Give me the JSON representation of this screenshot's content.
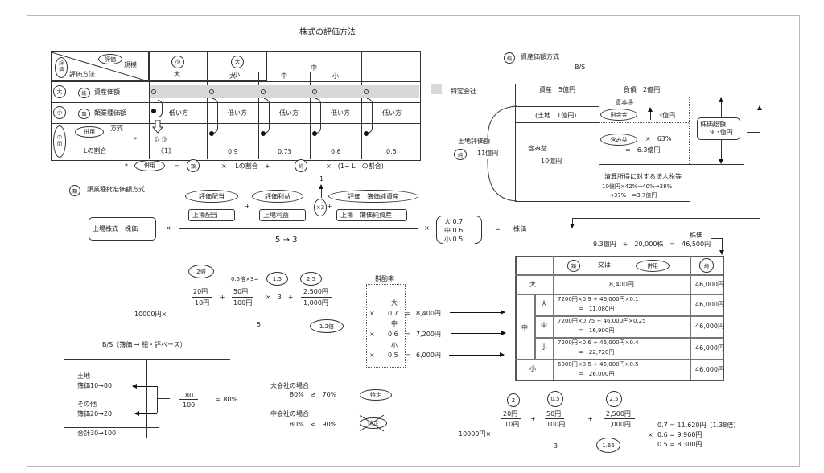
{
  "title": "株式の評価方法",
  "tags": {
    "net": "純",
    "sim": "類",
    "combo": "併用",
    "eval": "評価",
    "eval_v": "評\n価",
    "small": "小",
    "large": "大",
    "mid_v": "中\n間"
  },
  "main_table": {
    "header_scale": "規模",
    "header_method": "評価方法",
    "col_small_big": "大",
    "col_mid": "中",
    "mid_sub": [
      "大",
      "中",
      "小"
    ],
    "col_large_small": "小",
    "row1_label": "資産価額",
    "row2_label": "類業種価額",
    "row3_label": "方式",
    "row3_star": "*",
    "row3_ratio": "Lの割合",
    "lower": "低い方",
    "first_col_mark": "《○》",
    "first_col_ratio": "《1》",
    "ratios": [
      "0.9",
      "0.75",
      "0.6",
      "0.5"
    ]
  },
  "formula_note": {
    "star": "*",
    "eq": "=",
    "times_l": "×　 Lの割合　+",
    "times_1l": "×　(1− L　の割合)"
  },
  "sim_method": {
    "title": "類業種批准価額方式",
    "eval_div": "評価配当",
    "eval_profit": "評価利益",
    "eval_book": "評価　簿価純資産",
    "list_div": "上場配当",
    "list_profit": "上場利益",
    "list_book": "上場　簿価純資産",
    "list_price": "上場株式　株価",
    "times3": "×3",
    "one": "1",
    "plus": "+",
    "times": "×",
    "denominator": "5 → 3",
    "factors": [
      "大 0.7",
      "中 0.6",
      "小 0.5"
    ],
    "eq": "=",
    "result": "株価"
  },
  "net_method": {
    "title": "資産価額方式",
    "bs": "B/S",
    "special": "特定会社",
    "assets": "資産　5億円",
    "liabilities": "負債　2億円",
    "land": "(土地　1億円)",
    "capital": "資本金",
    "surplus": "剰余金",
    "three": "3億円",
    "gain_label": "含み益",
    "gain": "10億円",
    "gain_tag": "含み益",
    "gain_calc1": "×　63%",
    "gain_calc2": "=　6.3億円",
    "tax_title": "清算所得に対する法人税等",
    "tax_line1": "10億円×42%→40%→38%",
    "tax_line2": "→37%　=3.7億円",
    "land_eval": "土地評価額",
    "land_val": "11億円",
    "total_label": "株価総額",
    "total_val": "9.3億円",
    "price_label": "株価",
    "price_calc": "9.3億円　÷　20,000株　=　46,500円"
  },
  "calc1": {
    "prefix": "10000円×",
    "c_2x": "2倍",
    "half": "0.5倍×3=",
    "c_15": "1.5",
    "c_25": "2.5",
    "n1": "20円",
    "d1": "10円",
    "n2": "50円",
    "d2": "100円",
    "x3": "×　3　+",
    "n3": "2,500円",
    "d3": "1,000円",
    "plus": "+",
    "den": "5",
    "c_12": "1.2倍",
    "discount": "斟酌率",
    "rows": [
      {
        "size": "大",
        "factor": "0.7",
        "result": "8,400円"
      },
      {
        "size": "中",
        "factor": "0.6",
        "result": "7,200円"
      },
      {
        "size": "小",
        "factor": "0.5",
        "result": "6,000円"
      }
    ],
    "times": "×",
    "eq": "="
  },
  "result_table": {
    "h_or": "又は",
    "rows": [
      {
        "size": "大",
        "sub": "",
        "formula": "8,400円",
        "result": "",
        "net": "46,000円"
      },
      {
        "size": "中",
        "sub": "大",
        "formula": "7200円×0.9 + 46,000円×0.1",
        "result": "=　11,080円",
        "net": "46,000円"
      },
      {
        "size": "",
        "sub": "中",
        "formula": "7200円×0.75 + 46,000円×0.25",
        "result": "=　16,900円",
        "net": "46,000円"
      },
      {
        "size": "",
        "sub": "小",
        "formula": "7200円×0.6 + 46,000円×0.4",
        "result": "=　22,720円",
        "net": "46,000円"
      },
      {
        "size": "小",
        "sub": "",
        "formula": "6000円×0.5 + 46,000円×0.5",
        "result": "=　26,000円",
        "net": "46,000円"
      }
    ]
  },
  "bs_base": {
    "title": "B/S（簿価 → 相・評ベース）",
    "land": "土地",
    "land_val": "簿価10→80",
    "other": "その他",
    "other_val": "簿価20→20",
    "total": "合計30→100",
    "num": "80",
    "den": "100",
    "pct": "= 80%"
  },
  "company_cases": {
    "large_title": "大会社の場合",
    "large_cmp": "80%　≧　70%",
    "large_tag": "特定",
    "mid_title": "中会社の場合",
    "mid_cmp": "80%　<　90%",
    "mid_tag": "特定"
  },
  "calc2": {
    "prefix": "10000円×",
    "c_2": "2",
    "c_05": "0.5",
    "c_25": "2.5",
    "n1": "20円",
    "d1": "10円",
    "n2": "50円",
    "d2": "100円",
    "n3": "2,500円",
    "d3": "1,000円",
    "plus": "+",
    "den": "3",
    "c_166": "1.66",
    "times": "×",
    "results": [
      "0.7 = 11,620円（1.38倍）",
      "0.6 = 9,960円",
      "0.5 = 8,300円"
    ]
  }
}
